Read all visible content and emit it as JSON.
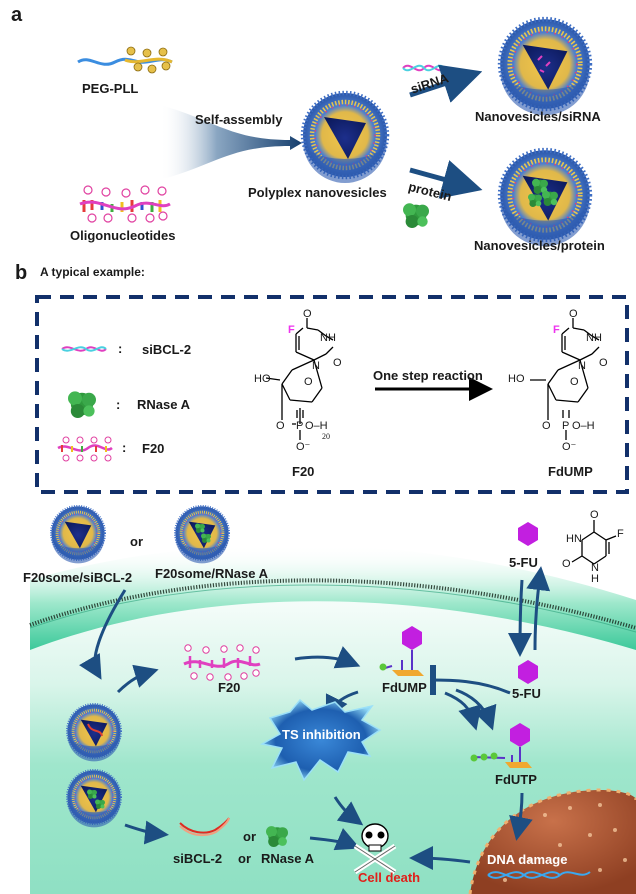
{
  "panel_a": {
    "letter": "a",
    "peg_pll_label": "PEG-PLL",
    "oligo_label": "Oligonucleotides",
    "self_assembly_label": "Self-assembly",
    "polyplex_label": "Polyplex nanovesicles",
    "sirna_label": "siRNA",
    "protein_label": "protein",
    "nanovesicles_sirna_label": "Nanovesicles/siRNA",
    "nanovesicles_protein_label": "Nanovesicles/protein"
  },
  "panel_b": {
    "letter": "b",
    "subtitle": "A typical example:",
    "legend": [
      {
        "icon": "sirna-helix-icon",
        "sep": ":",
        "label": "siBCL-2"
      },
      {
        "icon": "protein-blob-icon",
        "sep": ":",
        "label": "RNase A"
      },
      {
        "icon": "oligonucleotide-icon",
        "sep": ":",
        "label": "F20"
      }
    ],
    "reaction": {
      "reactant_label": "F20",
      "product_label": "FdUMP",
      "arrow_label": "One step reaction",
      "subscript": "20",
      "atoms": {
        "F": "F",
        "O": "O",
        "NH": "NH",
        "N": "N",
        "HO": "HO",
        "P": "P",
        "OH": "O–H",
        "Ominus": "O⁻"
      }
    },
    "pathway": {
      "vesicle_sirna_label": "F20some/siBCL-2",
      "or_label": "or",
      "vesicle_rnase_label": "F20some/RNase A",
      "f20_label": "F20",
      "fdump_label": "FdUMP",
      "fu_top_label": "5-FU",
      "fu_inner_label": "5-FU",
      "fdutp_label": "FdUTP",
      "ts_label": "TS inhibition",
      "sibcl_label": "siBCL-2",
      "or2_label": "or",
      "rnase_label": "RNase A",
      "mid_or_label": "or",
      "cell_death_label": "Cell death",
      "dna_damage_label": "DNA damage",
      "fu_struct": {
        "O": "O",
        "HN": "HN",
        "F": "F",
        "N": "N",
        "H": "H"
      }
    }
  },
  "colors": {
    "arrow": "#1d4e82",
    "dash_box": "#12306a",
    "fluorine": "#ee33ee",
    "hexagon": "#c21fe0",
    "membrane": "#3cc99a",
    "cytoplasm": "#9fe6cc",
    "nucleus": "#b5603a",
    "cell_death": "#e0201a"
  }
}
